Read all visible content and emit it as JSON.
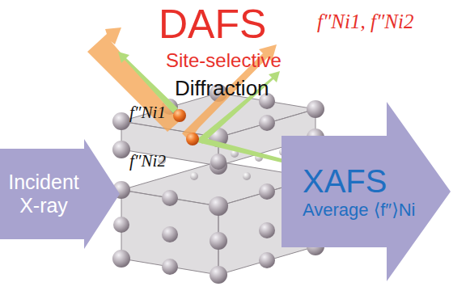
{
  "diagram": {
    "nodes": [
      {
        "text": [
          "Incident X-ray"
        ]
      },
      {
        "text": [
          "XAFS",
          "Average ⟨f″⟩Ni"
        ]
      }
    ],
    "labels": [
      "DAFS",
      "f″Ni1, f″Ni2",
      "Site-selective",
      "Diffraction",
      "f″Ni1",
      "f″Ni2"
    ]
  }
}
